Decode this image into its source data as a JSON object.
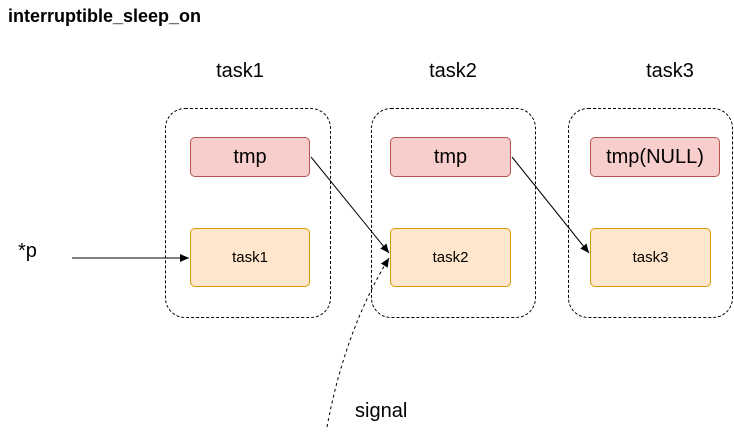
{
  "title": "interruptible_sleep_on",
  "columns": [
    {
      "label": "task1",
      "tmp": "tmp",
      "task": "task1"
    },
    {
      "label": "task2",
      "tmp": "tmp",
      "task": "task2"
    },
    {
      "label": "task3",
      "tmp": "tmp(NULL)",
      "task": "task3"
    }
  ],
  "pointer_label": "*p",
  "signal_label": "signal",
  "colors": {
    "tmp_fill": "#f8cecc",
    "tmp_border": "#b85450",
    "task_fill": "#ffe6cc",
    "task_border": "#d79b00"
  }
}
